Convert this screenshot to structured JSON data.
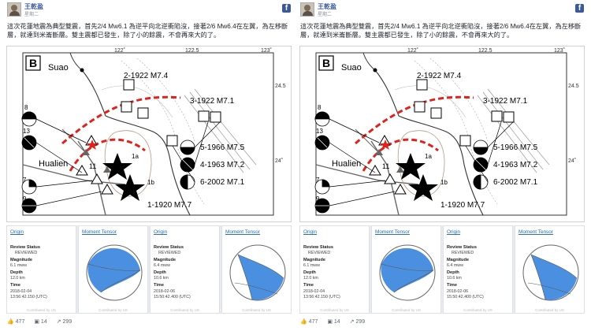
{
  "post": {
    "author": "王乾盈",
    "subtitle": "星期二",
    "fb_icon": "f",
    "text": "這次花蓮地震為典型雙震，首先2/4 Mw6.1 為逆平向北逆衝陷沒，接著2/6 Mw6.4在左翼，為左移斷層，就達到米崙斷層。雙主震都已發生，除了小的餘震，不會再來大的了。"
  },
  "map": {
    "panel_letter": "B",
    "lon_ticks": [
      "122˚",
      "122.5",
      "123˚"
    ],
    "lat_ticks": [
      "24.5",
      "24˚"
    ],
    "places": {
      "suao": "Suao",
      "hualien": "Hualien"
    },
    "quake_labels": [
      "2-1922 M7.4",
      "3-1922 M7.1",
      "5-1966 M7.5",
      "4-1963 M7.2",
      "6-2002 M7.1",
      "1-1920 M7.7"
    ],
    "event_labels": [
      "1a",
      "1b",
      "8",
      "13",
      "7",
      "9",
      "11"
    ]
  },
  "cards": {
    "origin_link": "Origin",
    "mt_link": "Moment Tensor",
    "review_label": "Review Status",
    "review_value": "REVIEWED",
    "magnitude_label": "Magnitude",
    "depth_label": "Depth",
    "time_label": "Time",
    "footer": "Contributed by US",
    "event1": {
      "magnitude": "6.1 mww",
      "depth": "12.0 km",
      "date": "2018-02-04",
      "time": "13:56:42.150 (UTC)"
    },
    "event2": {
      "magnitude": "6.4 mww",
      "depth": "10.6 km",
      "date": "2018-02-06",
      "time": "15:50:42.400 (UTC)"
    }
  },
  "actions": {
    "likes": "477",
    "comments": "14",
    "shares": "299"
  },
  "colors": {
    "fb_blue": "#3b5998",
    "link": "#2a6fb0",
    "fault_red": "#e0221d",
    "mt_blue": "#4a8fe0"
  }
}
